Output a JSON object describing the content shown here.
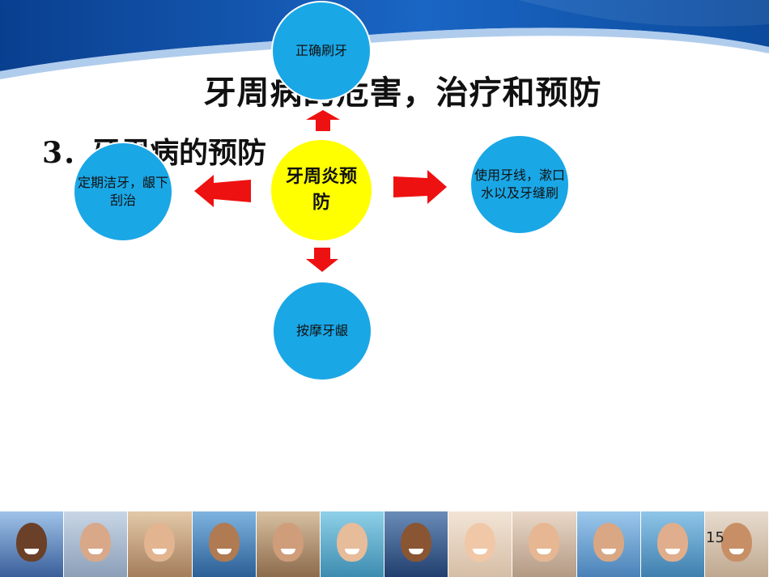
{
  "slide": {
    "title": "牙周病的危害，治疗和预防",
    "subtitle": "3．牙周病的预防",
    "page_number": "15"
  },
  "diagram": {
    "center": "牙周炎预防",
    "top": "正确刷牙",
    "left": "定期洁牙，龈下刮治",
    "right": "使用牙线，漱口水以及牙缝刷",
    "bottom": "按摩牙龈"
  },
  "colors": {
    "center_fill": "#ffff00",
    "node_fill": "#1aa7e6",
    "arrow_fill": "#ee1111",
    "banner_blue": "#0b4a9c"
  },
  "icons": [
    "banner-wave",
    "arrow-up-icon",
    "arrow-left-icon",
    "arrow-right-icon",
    "arrow-down-icon",
    "photo-strip"
  ]
}
